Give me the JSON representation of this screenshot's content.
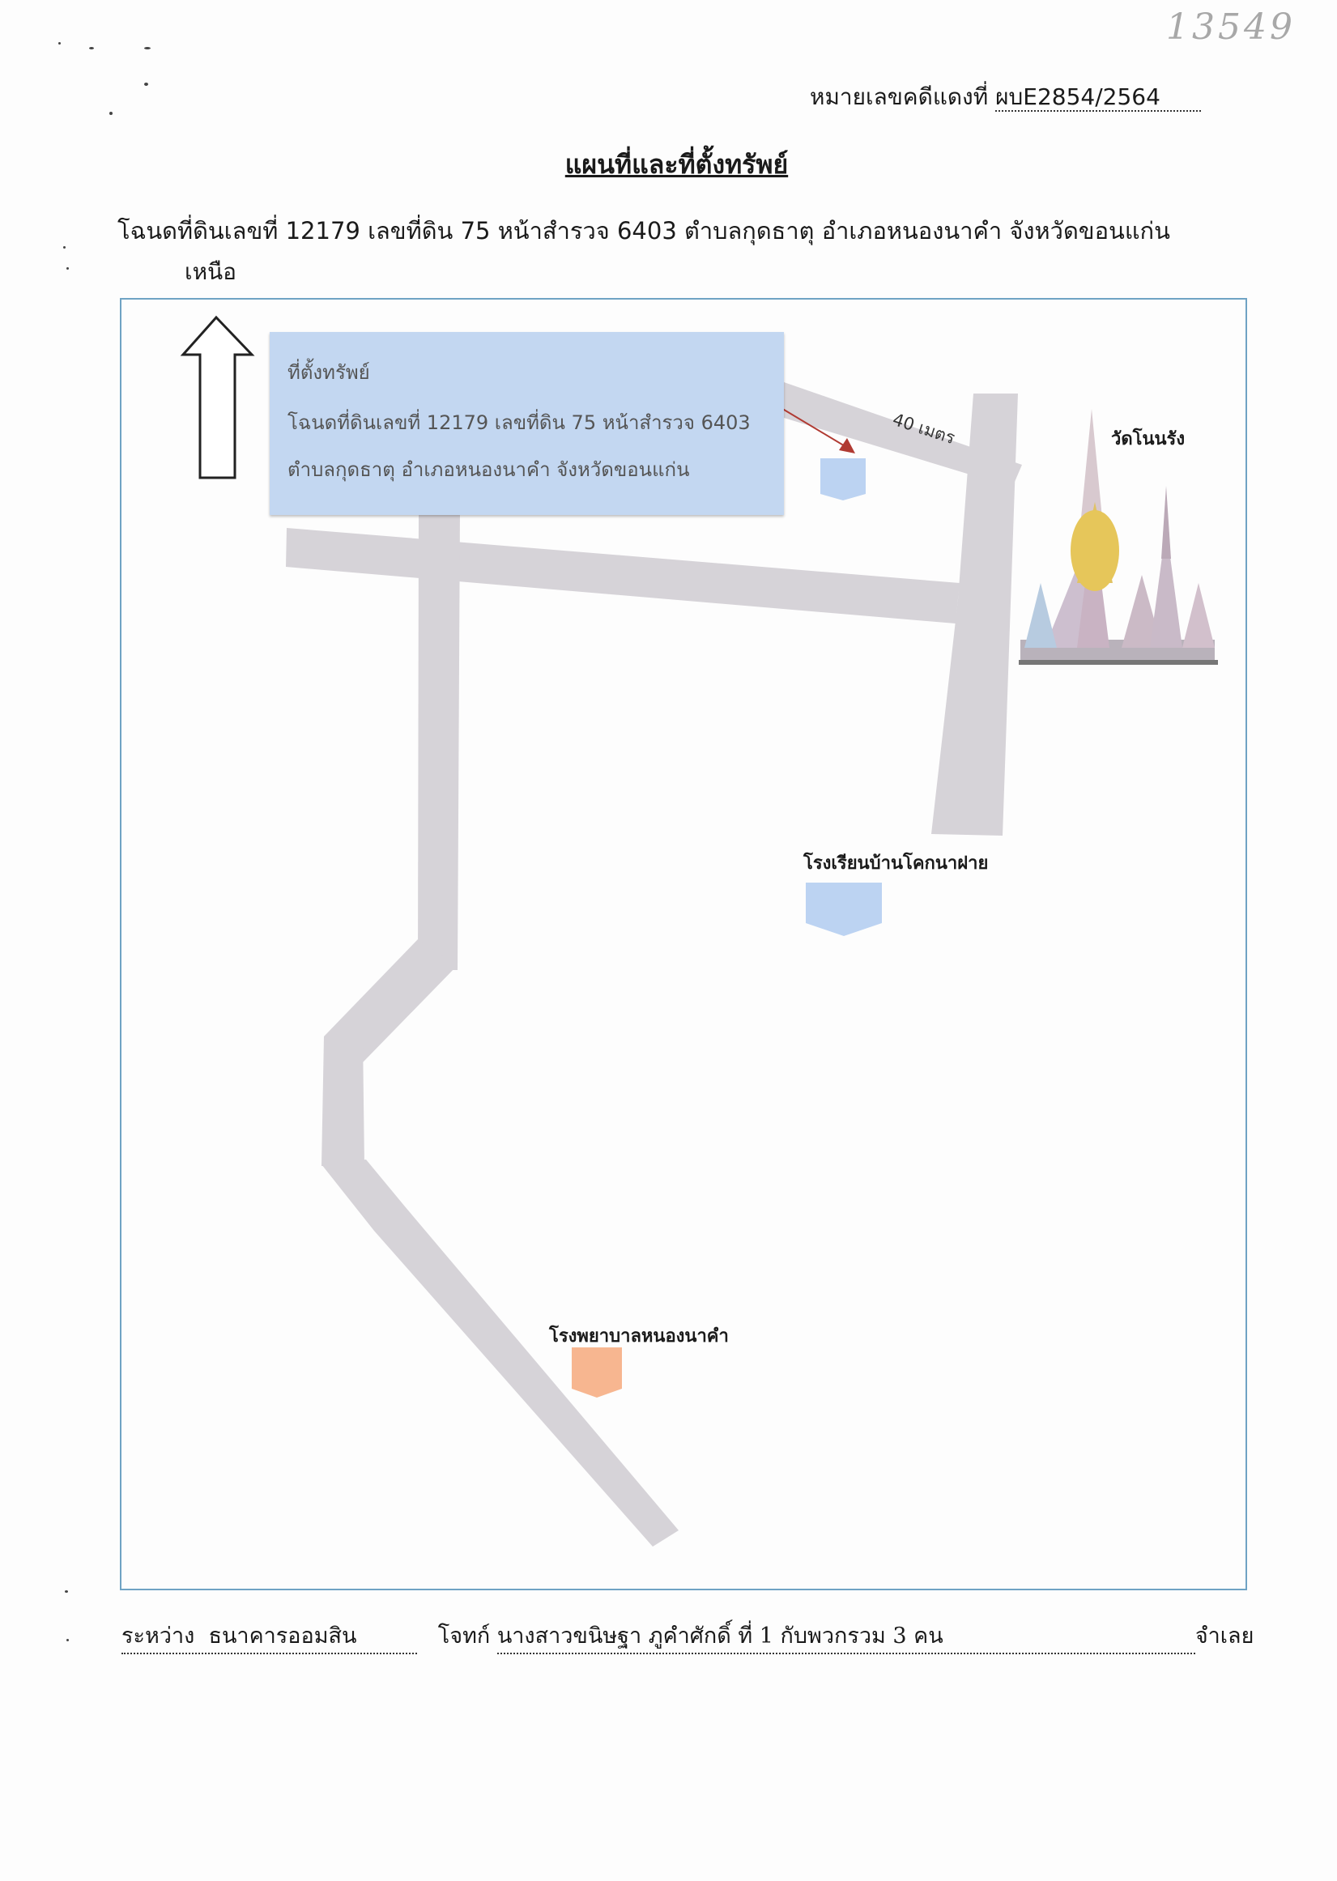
{
  "handwritten_number": "13549",
  "case": {
    "label": "หมายเลขคดีแดงที่ ",
    "number": "ผบE2854/2564"
  },
  "title": "แผนที่และที่ตั้งทรัพย์",
  "deed_line": "โฉนดที่ดินเลขที่ 12179 เลขที่ดิน 75 หน้าสำรวจ 6403 ตำบลกุดธาตุ อำเภอหนองนาคำ  จังหวัดขอนแก่น",
  "north_label": "เหนือ",
  "infobox": {
    "line1": "ที่ตั้งทรัพย์",
    "line2": "โฉนดที่ดินเลขที่ 12179 เลขที่ดิน 75 หน้าสำรวจ 6403",
    "line3": "ตำบลกุดธาตุ อำเภอหนองนาคำ  จังหวัดขอนแก่น"
  },
  "distance_label": "40 เมตร",
  "landmarks": {
    "temple": "วัดโนนรัง",
    "school": "โรงเรียนบ้านโคกนาฝาย",
    "hospital": "โรงพยาบาลหนองนาคำ"
  },
  "colors": {
    "road": "#d6d3d8",
    "marker": "#bcd3f2",
    "hospital_marker": "#f7b690",
    "frame": "#6fa3c4",
    "pointer": "#b03a32"
  },
  "footer": {
    "between_label": "ระหว่าง",
    "plaintiff": "ธนาคารออมสิน",
    "defendant_label": "โจทก์",
    "defendant": "นางสาวขนิษฐา ภูคำศักดิ์  ที่ 1 กับพวกรวม 3 คน",
    "end_label": "จำเลย"
  }
}
